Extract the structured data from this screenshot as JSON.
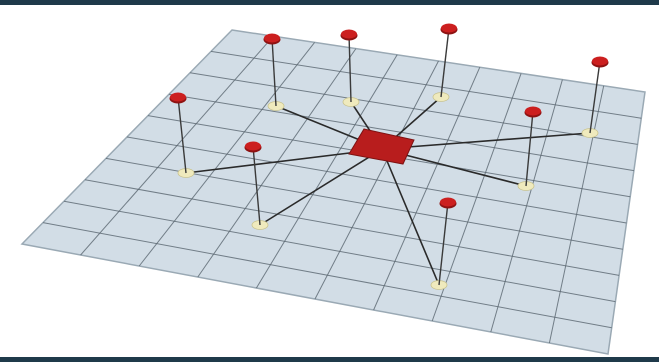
{
  "diagram": {
    "grid_divisions": 10,
    "colors": {
      "frame": "#1f3a4a",
      "plane_fill": "#d2dde6",
      "plane_edge": "#9aa9b4",
      "grid_line": "#5a6670",
      "center_pad": "#b81d1d",
      "marker": "#cc1f1f",
      "marker_shadow": "#8e1212",
      "anchor": "#efeabd",
      "cable": "#2a2a2a"
    },
    "center_pad": {
      "icon": "square-pad"
    },
    "anchors": [
      {
        "icon": "anchor-point"
      },
      {
        "icon": "anchor-point"
      },
      {
        "icon": "anchor-point"
      },
      {
        "icon": "anchor-point"
      },
      {
        "icon": "anchor-point"
      },
      {
        "icon": "anchor-point"
      },
      {
        "icon": "anchor-point"
      },
      {
        "icon": "anchor-point"
      },
      {
        "icon": "anchor-point"
      }
    ]
  }
}
